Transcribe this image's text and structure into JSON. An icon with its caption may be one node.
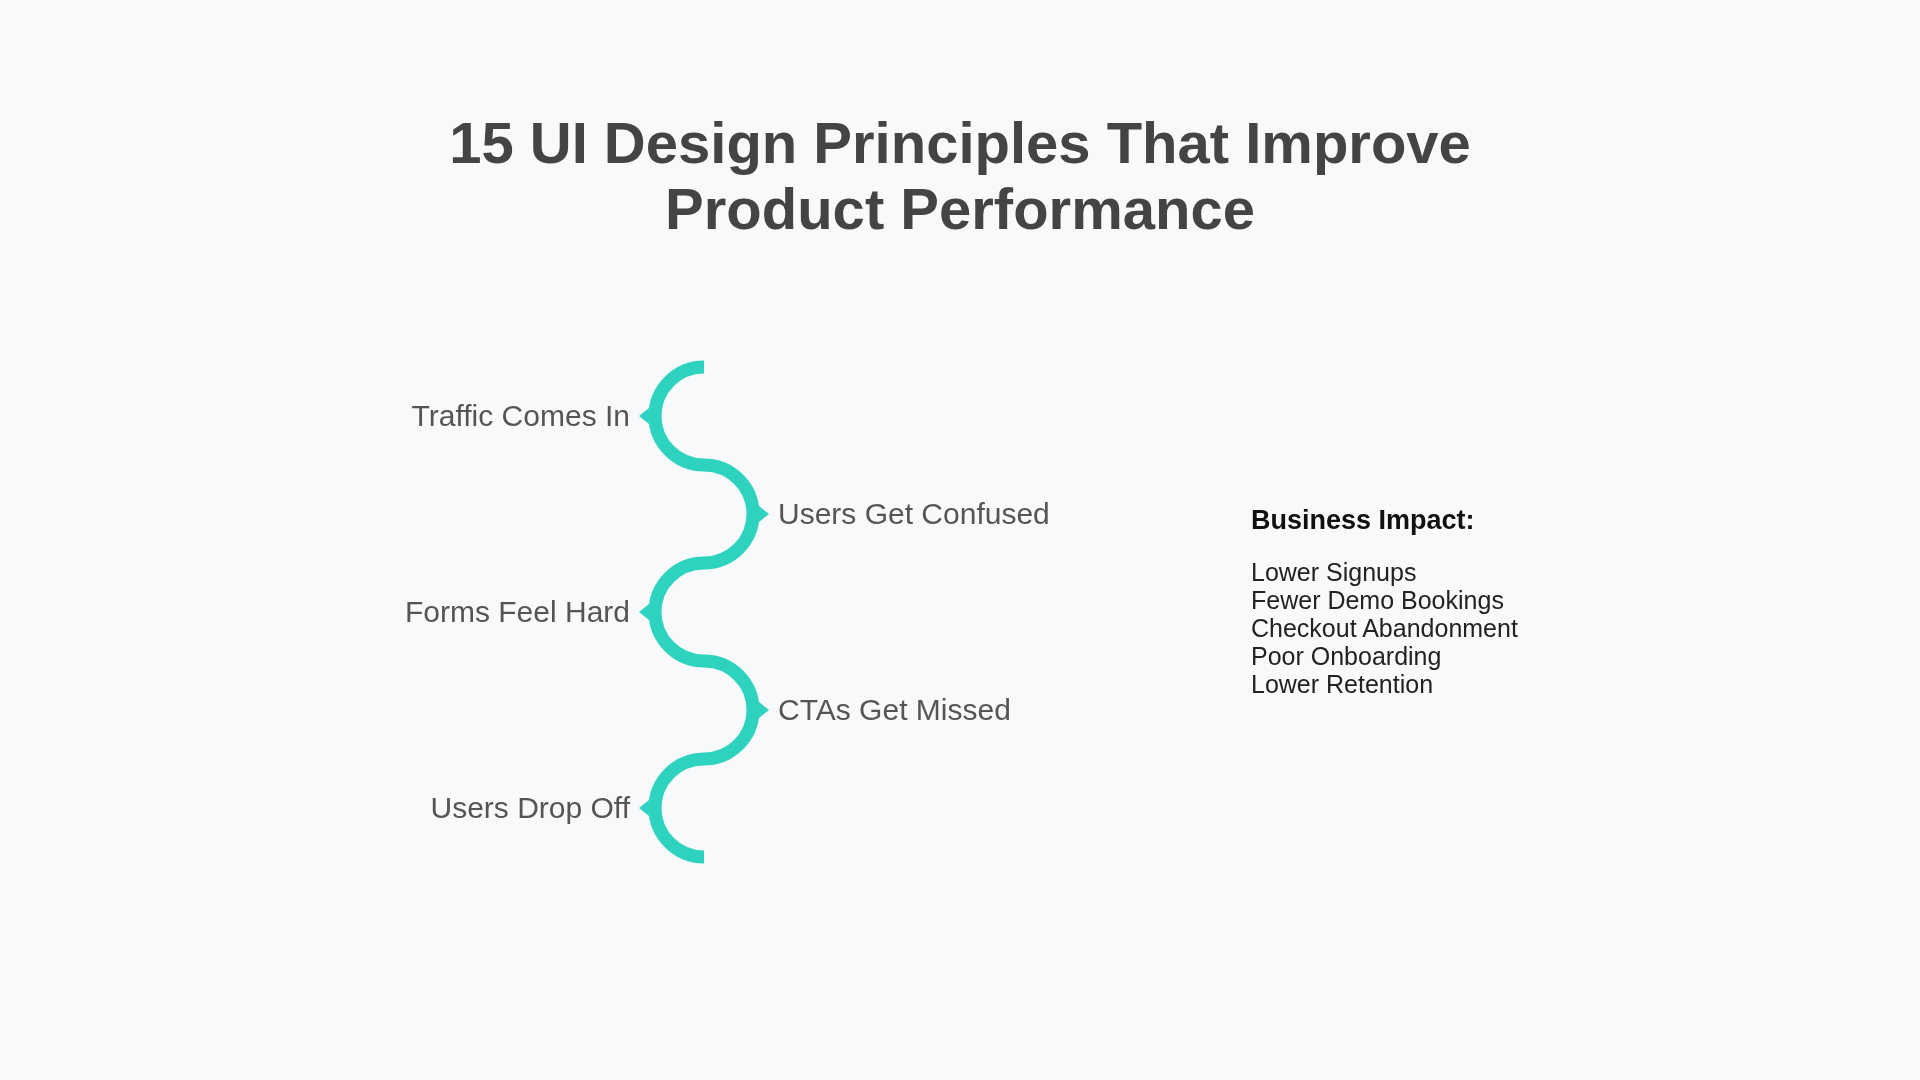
{
  "diagram": {
    "title": "15 UI Design Principles That Improve Product Performance",
    "labels": [
      "Traffic Comes In",
      "Users Get Confused",
      "Forms Feel Hard",
      "CTAs Get Missed",
      "Users Drop Off",
      "Business Impact:",
      "Lower Signups",
      "Fewer Demo Bookings",
      "Checkout Abandonment",
      "Poor Onboarding",
      "Lower Retention"
    ]
  }
}
